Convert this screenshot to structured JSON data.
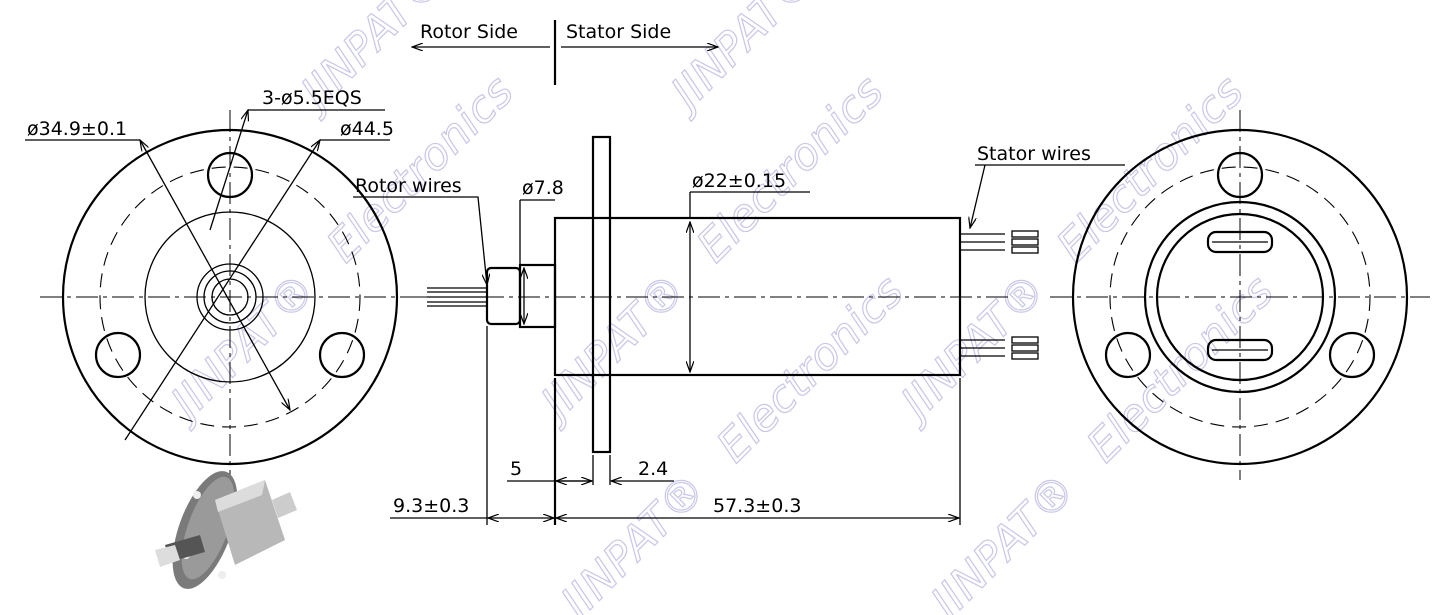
{
  "watermark": {
    "brand": "JINPAT®",
    "word": "Electronics"
  },
  "labels": {
    "rotor_side": "Rotor Side",
    "stator_side": "Stator Side",
    "holes": "3-ø5.5EQS",
    "bolt_circle": "ø34.9±0.1",
    "outer_dia": "ø44.5",
    "rotor_wires": "Rotor wires",
    "shaft_dia": "ø7.8",
    "body_dia": "ø22±0.15",
    "stator_wires": "Stator wires",
    "dim_5": "5",
    "dim_2_4": "2.4",
    "dim_9_3": "9.3±0.3",
    "dim_57_3": "57.3±0.3"
  }
}
